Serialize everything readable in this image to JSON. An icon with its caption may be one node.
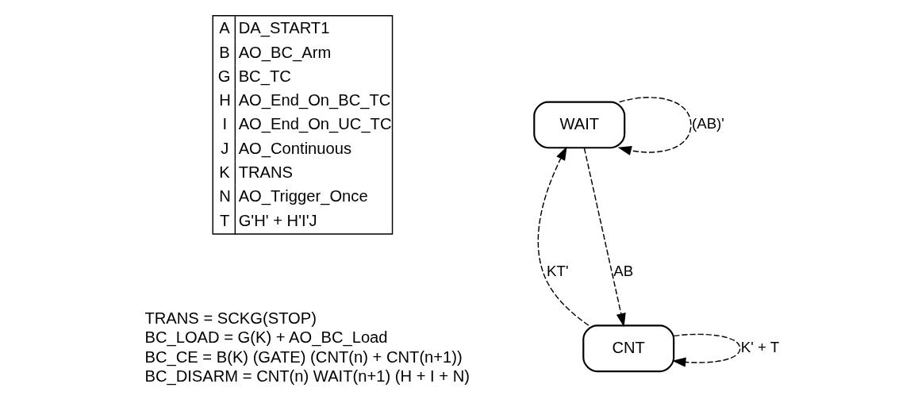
{
  "diagram": {
    "nodes": [
      {
        "text": [
          "WAIT"
        ]
      },
      {
        "text": [
          "CNT"
        ]
      }
    ],
    "edges": [
      {
        "from": 0,
        "to": 0,
        "arrow": "to",
        "label": "(AB)'",
        "style": "dashed"
      },
      {
        "from": 1,
        "to": 0,
        "arrow": "to",
        "label": "KT'",
        "style": "dashed"
      },
      {
        "from": 0,
        "to": 1,
        "arrow": "to",
        "label": "AB",
        "style": "dashed"
      },
      {
        "from": 1,
        "to": 1,
        "arrow": "to",
        "label": "K' + T",
        "style": "dashed"
      }
    ],
    "labels": [
      "A",
      "DA_START1",
      "B",
      "AO_BC_Arm",
      "G",
      "BC_TC",
      "H",
      "AO_End_On_BC_TC",
      "I",
      "AO_End_On_UC_TC",
      "J",
      "AO_Continuous",
      "K",
      "TRANS",
      "N",
      "AO_Trigger_Once",
      "T",
      "G'H' + H'I'J",
      "TRANS = SCKG(STOP)",
      "BC_LOAD = G(K) + AO_BC_Load",
      "BC_CE = B(K) (GATE) (CNT(n) + CNT(n+1))",
      "BC_DISARM = CNT(n) WAIT(n+1) (H + I + N)"
    ]
  }
}
